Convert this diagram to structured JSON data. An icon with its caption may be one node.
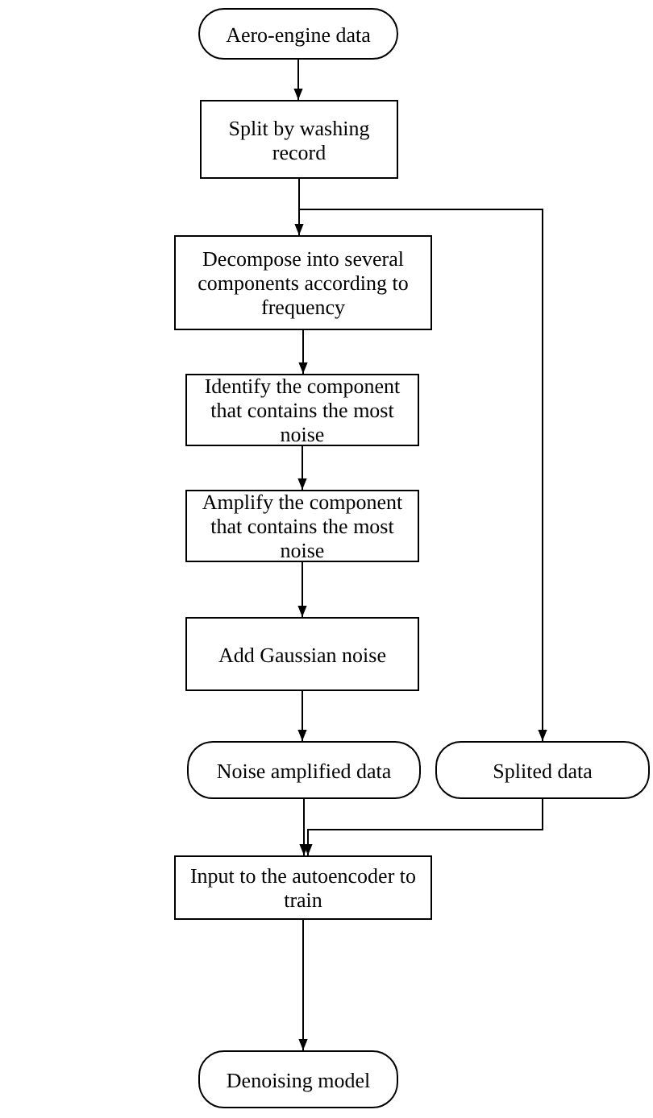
{
  "diagram": {
    "nodes": [
      {
        "text": [
          "Aero-engine data"
        ]
      },
      {
        "text": [
          "Split by washing record"
        ]
      },
      {
        "text": [
          "Decompose into several components according to frequency"
        ]
      },
      {
        "text": [
          "Identify the component that contains the most noise"
        ]
      },
      {
        "text": [
          "Amplify the component that contains the most noise"
        ]
      },
      {
        "text": [
          "Add Gaussian noise"
        ]
      },
      {
        "text": [
          "Noise amplified data"
        ]
      },
      {
        "text": [
          "Splited data"
        ]
      },
      {
        "text": [
          "Input to the autoencoder to train"
        ]
      },
      {
        "text": [
          "Denoising model"
        ]
      }
    ],
    "edges": [
      {
        "from": 0,
        "to": 1,
        "arrow": "to"
      },
      {
        "from": 1,
        "to": 2,
        "arrow": "to"
      },
      {
        "from": 1,
        "to": 7,
        "arrow": "to"
      },
      {
        "from": 2,
        "to": 3,
        "arrow": "to"
      },
      {
        "from": 3,
        "to": 4,
        "arrow": "to"
      },
      {
        "from": 4,
        "to": 5,
        "arrow": "to"
      },
      {
        "from": 5,
        "to": 6,
        "arrow": "to"
      },
      {
        "from": 6,
        "to": 8,
        "arrow": "to"
      },
      {
        "from": 7,
        "to": 8,
        "arrow": "to"
      },
      {
        "from": 8,
        "to": 9,
        "arrow": "to"
      }
    ]
  }
}
